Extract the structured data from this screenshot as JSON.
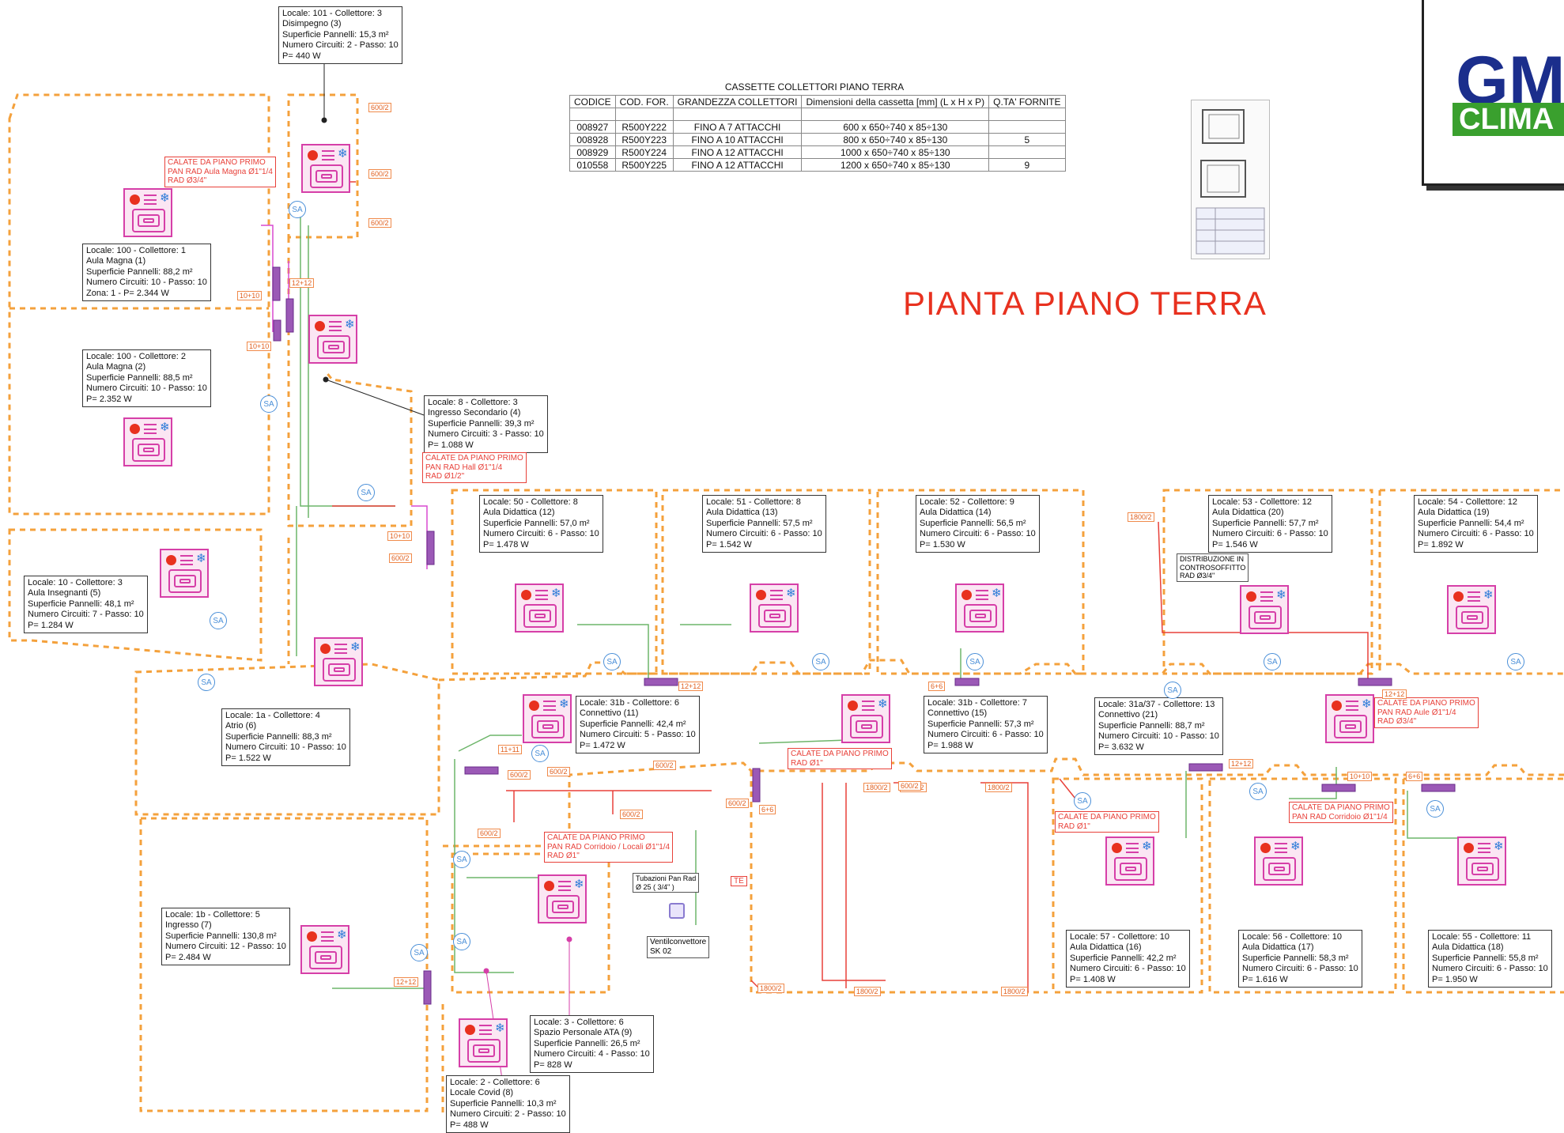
{
  "title": "PIANTA PIANO TERRA",
  "logo": {
    "top_text": "GM",
    "bottom_text": "CLIMA"
  },
  "cassette": {
    "caption": "CASSETTE COLLETTORI PIANO TERRA",
    "headers": [
      "CODICE",
      "COD. FOR.",
      "GRANDEZZA COLLETTORI",
      "Dimensioni della cassetta [mm] (L x H x P)",
      "Q.TA' FORNITE"
    ],
    "rows": [
      [
        "",
        "",
        "",
        "",
        ""
      ],
      [
        "008927",
        "R500Y222",
        "FINO A 7 ATTACCHI",
        "600 x 650÷740 x 85÷130",
        ""
      ],
      [
        "008928",
        "R500Y223",
        "FINO A 10 ATTACCHI",
        "800 x 650÷740 x 85÷130",
        "5"
      ],
      [
        "008929",
        "R500Y224",
        "FINO A 12 ATTACCHI",
        "1000 x 650÷740 x 85÷130",
        ""
      ],
      [
        "010558",
        "R500Y225",
        "FINO A 12 ATTACCHI",
        "1200 x 650÷740 x 85÷130",
        "9"
      ]
    ]
  },
  "rooms": [
    {
      "lines": [
        "Locale: 101 - Collettore: 3",
        "Disimpegno (3)",
        "Superficie Pannelli: 15,3 m²",
        "Numero Circuiti: 2 - Passo: 10",
        "P= 440 W"
      ]
    },
    {
      "lines": [
        "Locale: 100 - Collettore: 1",
        "Aula Magna (1)",
        "Superficie Pannelli: 88,2 m²",
        "Numero Circuiti: 10 - Passo: 10",
        "Zona: 1 - P= 2.344 W"
      ]
    },
    {
      "lines": [
        "Locale: 100 - Collettore: 2",
        "Aula Magna (2)",
        "Superficie Pannelli: 88,5 m²",
        "Numero Circuiti: 10 - Passo: 10",
        "P= 2.352 W"
      ]
    },
    {
      "lines": [
        "Locale: 8 - Collettore: 3",
        "Ingresso Secondario (4)",
        "Superficie Pannelli: 39,3 m²",
        "Numero Circuiti: 3 - Passo: 10",
        "P= 1.088 W"
      ]
    },
    {
      "lines": [
        "Locale: 10 - Collettore: 3",
        "Aula Insegnanti (5)",
        "Superficie Pannelli: 48,1 m²",
        "Numero Circuiti: 7 - Passo: 10",
        "P= 1.284 W"
      ]
    },
    {
      "lines": [
        "Locale: 50 - Collettore: 8",
        "Aula Didattica (12)",
        "Superficie Pannelli: 57,0 m²",
        "Numero Circuiti: 6 - Passo: 10",
        "P= 1.478 W"
      ]
    },
    {
      "lines": [
        "Locale: 51 - Collettore: 8",
        "Aula Didattica (13)",
        "Superficie Pannelli: 57,5 m²",
        "Numero Circuiti: 6 - Passo: 10",
        "P= 1.542 W"
      ]
    },
    {
      "lines": [
        "Locale: 52 - Collettore: 9",
        "Aula Didattica (14)",
        "Superficie Pannelli: 56,5 m²",
        "Numero Circuiti: 6 - Passo: 10",
        "P= 1.530 W"
      ]
    },
    {
      "lines": [
        "Locale: 53 - Collettore: 12",
        "Aula Didattica (20)",
        "Superficie Pannelli: 57,7 m²",
        "Numero Circuiti: 6 - Passo: 10",
        "P= 1.546 W"
      ]
    },
    {
      "lines": [
        "Locale: 54 - Collettore: 12",
        "Aula Didattica (19)",
        "Superficie Pannelli: 54,4 m²",
        "Numero Circuiti: 6 - Passo: 10",
        "P= 1.892 W"
      ]
    },
    {
      "lines": [
        "Locale: 1a - Collettore:  4",
        "Atrio (6)",
        "Superficie Pannelli: 88,3 m²",
        "Numero Circuiti: 10 - Passo: 10",
        "P= 1.522 W"
      ]
    },
    {
      "lines": [
        "Locale: 31b - Collettore:  6",
        "Connettivo (11)",
        "Superficie Pannelli: 42,4 m²",
        "Numero Circuiti: 5 - Passo: 10",
        "P= 1.472 W"
      ]
    },
    {
      "lines": [
        "Locale: 31b - Collettore: 7",
        "Connettivo (15)",
        "Superficie Pannelli: 57,3 m²",
        "Numero Circuiti: 6 - Passo: 10",
        "P= 1.988 W"
      ]
    },
    {
      "lines": [
        "Locale: 31a/37 - Collettore: 13",
        "Connettivo (21)",
        "Superficie Pannelli: 88,7 m²",
        "Numero Circuiti: 10 - Passo: 10",
        "P= 3.632 W"
      ]
    },
    {
      "lines": [
        "Locale: 1b - Collettore:  5",
        "Ingresso (7)",
        "Superficie Pannelli: 130,8 m²",
        "Numero Circuiti: 12 - Passo: 10",
        "P= 2.484 W"
      ]
    },
    {
      "lines": [
        "Locale: 57 - Collettore: 10",
        "Aula Didattica (16)",
        "Superficie Pannelli: 42,2 m²",
        "Numero Circuiti: 6 - Passo: 10",
        "P= 1.408 W"
      ]
    },
    {
      "lines": [
        "Locale: 56 - Collettore: 10",
        "Aula Didattica (17)",
        "Superficie Pannelli: 58,3 m²",
        "Numero Circuiti: 6 - Passo: 10",
        "P= 1.616 W"
      ]
    },
    {
      "lines": [
        "Locale: 55 - Collettore: 11",
        "Aula Didattica (18)",
        "Superficie Pannelli: 55,8 m²",
        "Numero Circuiti: 6 - Passo: 10",
        "P= 1.950 W"
      ]
    },
    {
      "lines": [
        "Locale: 3 - Collettore:  6",
        "Spazio Personale ATA (9)",
        "Superficie Pannelli: 26,5 m²",
        "Numero Circuiti: 4 - Passo: 10",
        "P= 828 W"
      ]
    },
    {
      "lines": [
        "Locale: 2 - Collettore:  6",
        "Locale Covid (8)",
        "Superficie Pannelli: 10,3 m²",
        "Numero Circuiti: 2 - Passo: 10",
        "P= 488 W"
      ]
    }
  ],
  "notes": [
    {
      "lines": [
        "CALATE DA PIANO PRIMO",
        "PAN RAD Aula Magna Ø1\"1/4",
        "RAD Ø3/4\""
      ]
    },
    {
      "lines": [
        "CALATE DA PIANO PRIMO",
        "PAN RAD Hall Ø1\"1/4",
        "RAD Ø1/2\""
      ]
    },
    {
      "lines": [
        "CALATE DA PIANO PRIMO",
        "PAN RAD Corridoio / Locali Ø1\"1/4",
        "RAD Ø1\""
      ]
    },
    {
      "lines": [
        "CALATE DA PIANO PRIMO",
        "RAD Ø1\""
      ]
    },
    {
      "lines": [
        "CALATE DA PIANO PRIMO",
        "PAN RAD Aule Ø1\"1/4",
        "RAD Ø3/4\""
      ]
    },
    {
      "lines": [
        "CALATE DA PIANO PRIMO",
        "RAD Ø1\""
      ]
    },
    {
      "lines": [
        "CALATE DA PIANO PRIMO",
        "PAN RAD Corridoio Ø1\"1/4"
      ]
    }
  ],
  "tags": [
    "600/2",
    "600/2",
    "600/2",
    "10+10",
    "12+12",
    "10+10",
    "10+10",
    "600/2",
    "12+12",
    "11+11",
    "600/2",
    "600/2",
    "600/2",
    "600/2",
    "600/2",
    "600/2",
    "6+6",
    "1800/2",
    "1800/2",
    "600/2",
    "1800/2",
    "1800/2",
    "1800/2",
    "1800/2",
    "6+6",
    "1800/2",
    "12+12",
    "12+12",
    "10+10",
    "6+6",
    "12+12"
  ],
  "sa_label": "SA",
  "distribuzione": [
    "DISTRIBUZIONE IN",
    "CONTROSOFFITTO",
    "RAD Ø3/4\""
  ],
  "tubazioni": [
    "Tubazioni Pan Rad",
    "Ø 25 ( 3/4\" )"
  ],
  "ventilconvettore": [
    "Ventilconvettore",
    "SK 02"
  ],
  "te_label": "TE"
}
